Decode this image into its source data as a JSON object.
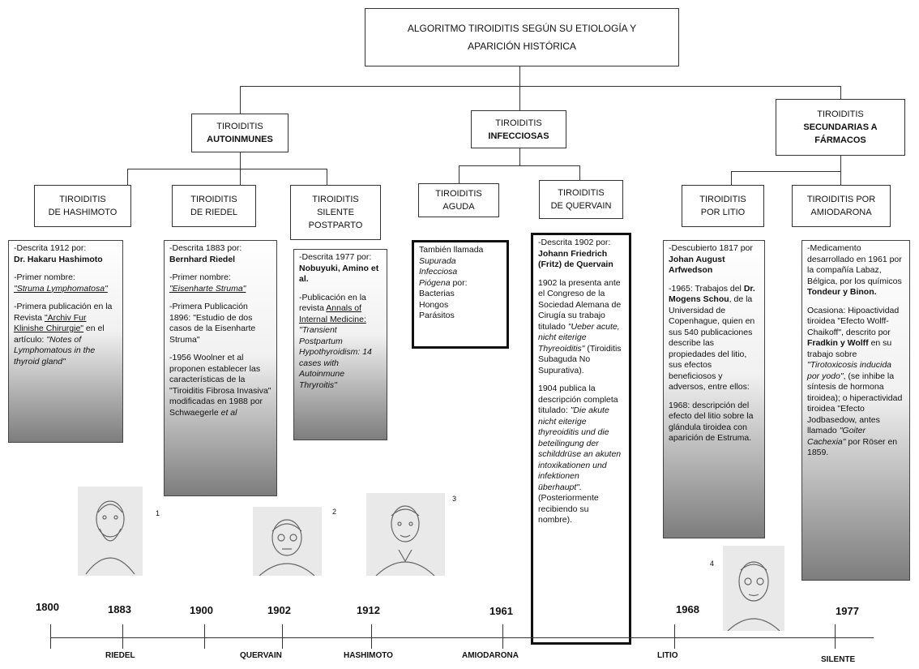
{
  "header": {
    "title_line1": "ALGORITMO TIROIDITIS SEGÚN SU ETIOLOGÍA Y",
    "title_line2": "APARICIÓN HISTÓRICA"
  },
  "categories": {
    "autoinmunes": {
      "l1": "TIROIDITIS",
      "l2": "AUTOINMUNES"
    },
    "infecciosas": {
      "l1": "TIROIDITIS",
      "l2": "INFECCIOSAS"
    },
    "farmacos": {
      "l1": "TIROIDITIS",
      "l2": "SECUNDARIAS A",
      "l3": "FÁRMACOS"
    }
  },
  "subtypes": {
    "hashimoto": {
      "l1": "TIROIDITIS",
      "l2": "DE HASHIMOTO"
    },
    "riedel": {
      "l1": "TIROIDITIS",
      "l2": "DE RIEDEL"
    },
    "silente": {
      "l1": "TIROIDITIS",
      "l2": "SILENTE",
      "l3": "POSTPARTO"
    },
    "aguda": {
      "l1": "TIROIDITIS",
      "l2": "AGUDA"
    },
    "quervain": {
      "l1": "TIROIDITIS",
      "l2": "DE QUERVAIN"
    },
    "litio": {
      "l1": "TIROIDITIS",
      "l2": "POR LITIO"
    },
    "amiodarona": {
      "l1": "TIROIDITIS POR",
      "l2": "AMIODARONA"
    }
  },
  "details": {
    "hashimoto": {
      "p1a": "-Descrita 1912 por:",
      "p1b": "Dr. Hakaru Hashimoto",
      "p2a": "-Primer nombre:",
      "p2b": "\"Struma Lymphomatosa\"",
      "p3a": "-Primera publicación en la Revista ",
      "p3b": "\"Archiv Fur Klinishe Chirurgie\"",
      "p3c": " en el artículo: ",
      "p3d": "\"Notes of Lymphomatous in the thyroid gland\""
    },
    "riedel": {
      "p1a": "-Descrita 1883 por:",
      "p1b": "Bernhard Riedel",
      "p2a": "-Primer nombre:",
      "p2b": "\"Eisenharte Struma\"",
      "p3": "-Primera Publicación 1896: \"Estudio de dos casos de la Eisenharte Struma\"",
      "p4a": "-1956 Woolner et al proponen establecer las características de la \"Tiroiditis Fibrosa Invasiva\" modificadas en 1988 por Schwaegerle ",
      "p4b": "et al"
    },
    "silente": {
      "p1a": "-Descrita 1977 por: ",
      "p1b": "Nobuyuki, Amino et al.",
      "p2a": "-Publicación en la revista ",
      "p2b": "Annals of Internal Medicine:",
      "p2c": "\"Transient Postpartum Hypothyroidism: 14 cases with Autoinmune Thryroitis\""
    },
    "aguda": {
      "l1": "También llamada",
      "l2": "Supurada",
      "l3": "Infecciosa",
      "l4": "Piógena",
      "l4b": " por:",
      "l5": "Bacterias",
      "l6": "Hongos",
      "l7": "Parásitos"
    },
    "quervain": {
      "p1a": "-Descrita 1902 por:",
      "p1b": "Johann Friedrich (Fritz) de Quervain",
      "p2a": "1902 la presenta ante el Congreso de la Sociedad Alemana de Cirugía su trabajo titulado ",
      "p2b": "\"Ueber acute, nicht eiterige Thyreoiditis\"",
      "p2c": " (Tiroiditis Subaguda No Supurativa).",
      "p3a": "1904 publica la descripción completa titulado: ",
      "p3b": "\"Die akute nicht eiterige thyreoiditis und die beteilingung der schilddrüse an akuten intoxikationen und infektionen überhaupt\".",
      "p3c": " (Posteriormente recibiendo su nombre)."
    },
    "litio": {
      "p1a": "-Descubierto 1817 por ",
      "p1b": "Johan August Arfwedson",
      "p2a": "-1965: Trabajos del ",
      "p2b": "Dr. Mogens Schou",
      "p2c": ", de la Universidad de Copenhague, quien en sus 540 publicaciones describe las propiedades del litio, sus efectos beneficiosos y adversos, entre ellos:",
      "p3": "1968: descripción del efecto del litio sobre la glándula tiroidea con aparición de Estruma."
    },
    "amiodarona": {
      "p1a": "-Medicamento desarrollado en 1961 por la compañía Labaz, Bélgica, por los químicos ",
      "p1b": "Tondeur y Binon.",
      "p2a": "Ocasiona: Hipoactividad tiroidea \"Efecto Wolff-Chaikoff\", descrito por ",
      "p2b": "Fradkin y Wolff",
      "p2c": " en su trabajo sobre ",
      "p2d": "\"Tirotoxicosis inducida por yodo\"",
      "p2e": ", (se inhibe la síntesis de hormona tiroidea); o hiperactividad tiroidea \"Efecto Jodbasedow, antes llamado ",
      "p2f": "\"Goiter Cachexia\"",
      "p2g": " por Röser en 1859."
    }
  },
  "portraits": [
    {
      "label": "1",
      "icon": "portrait-riedel-icon"
    },
    {
      "label": "2",
      "icon": "portrait-quervain-icon"
    },
    {
      "label": "3",
      "icon": "portrait-hashimoto-icon"
    },
    {
      "label": "4",
      "icon": "portrait-schou-icon"
    }
  ],
  "timeline": {
    "years": [
      "1800",
      "1883",
      "1900",
      "1902",
      "1912",
      "1961",
      "1968",
      "1977"
    ],
    "events": [
      "RIEDEL",
      "QUERVAIN",
      "HASHIMOTO",
      "AMIODARONA",
      "LITIO",
      "SILENTE"
    ]
  },
  "colors": {
    "line": "#333333",
    "gradient_dark": "#7d7d7d",
    "portrait_bg": "#e9e9e9"
  }
}
